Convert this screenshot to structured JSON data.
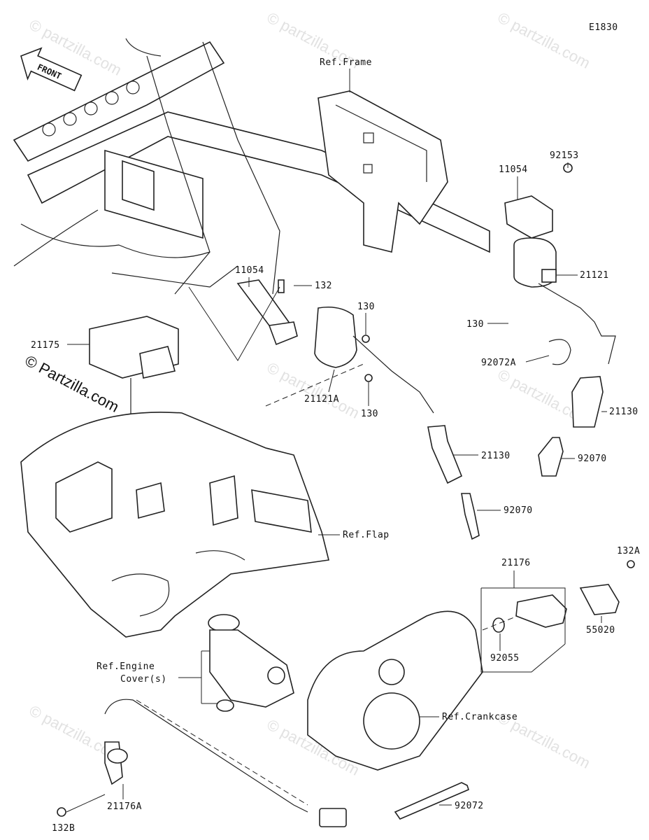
{
  "diagram": {
    "code": "E1830",
    "front_label": "FRONT",
    "copyright": "© Partzilla.com",
    "watermark": "© partzilla.com",
    "refs": {
      "frame": "Ref.Frame",
      "flap": "Ref.Flap",
      "engine_cover_line1": "Ref.Engine",
      "engine_cover_line2": "Cover(s)",
      "crankcase": "Ref.Crankcase"
    },
    "parts": [
      {
        "id": "p92153",
        "number": "92153"
      },
      {
        "id": "p11054a",
        "number": "11054"
      },
      {
        "id": "p21121",
        "number": "21121"
      },
      {
        "id": "p130a",
        "number": "130"
      },
      {
        "id": "p11054b",
        "number": "11054"
      },
      {
        "id": "p132",
        "number": "132"
      },
      {
        "id": "p130b",
        "number": "130"
      },
      {
        "id": "p130c",
        "number": "130"
      },
      {
        "id": "p21121A",
        "number": "21121A"
      },
      {
        "id": "p21175",
        "number": "21175"
      },
      {
        "id": "p92072A",
        "number": "92072A"
      },
      {
        "id": "p21130a",
        "number": "21130"
      },
      {
        "id": "p21130b",
        "number": "21130"
      },
      {
        "id": "p92070a",
        "number": "92070"
      },
      {
        "id": "p92070b",
        "number": "92070"
      },
      {
        "id": "p132A",
        "number": "132A"
      },
      {
        "id": "p21176",
        "number": "21176"
      },
      {
        "id": "p55020",
        "number": "55020"
      },
      {
        "id": "p92055",
        "number": "92055"
      },
      {
        "id": "p21176A",
        "number": "21176A"
      },
      {
        "id": "p132B",
        "number": "132B"
      },
      {
        "id": "p92072",
        "number": "92072"
      }
    ]
  }
}
